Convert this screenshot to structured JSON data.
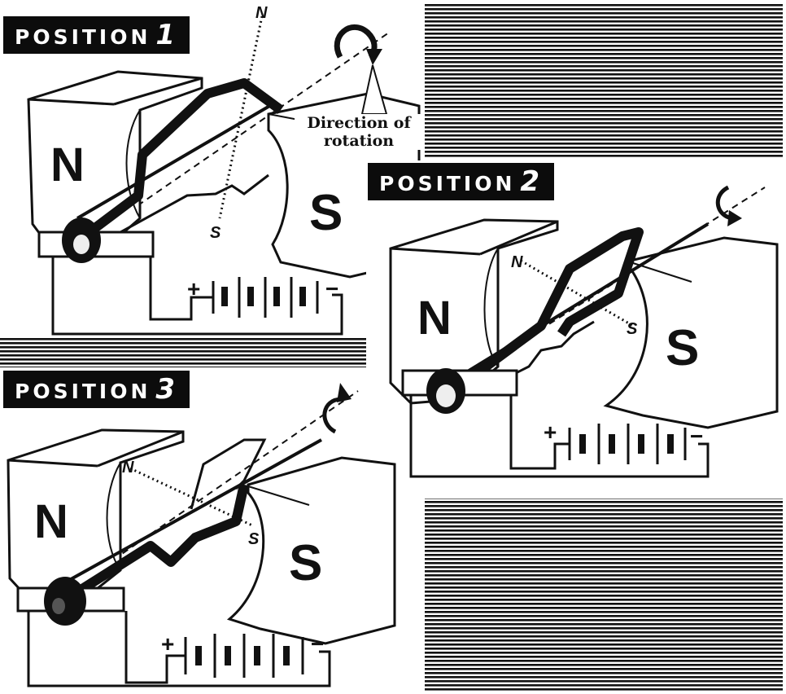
{
  "panels": [
    {
      "label_word": "POSITION",
      "label_num": "1"
    },
    {
      "label_word": "POSITION",
      "label_num": "2"
    },
    {
      "label_word": "POSITION",
      "label_num": "3"
    }
  ],
  "callout": {
    "line1": "Direction of",
    "line2": "rotation"
  },
  "poles": {
    "north": "N",
    "south": "S"
  },
  "coil_axis": {
    "north": "N",
    "south": "S"
  },
  "battery": {
    "plus": "+",
    "minus": "−"
  }
}
